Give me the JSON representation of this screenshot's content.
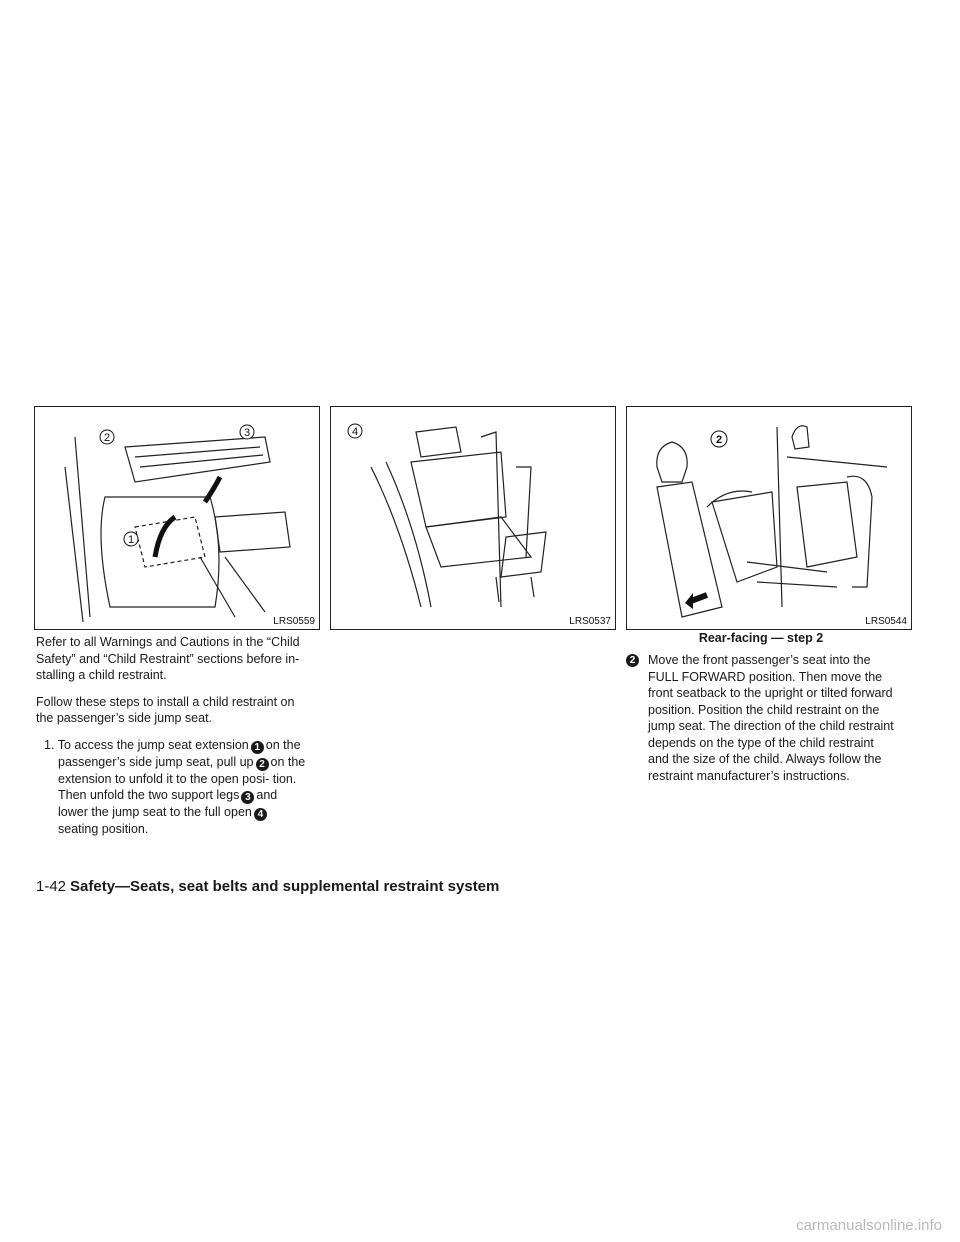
{
  "figures": [
    {
      "code": "LRS0559",
      "callouts": [
        "1",
        "2",
        "3"
      ]
    },
    {
      "code": "LRS0537",
      "callouts": [
        "4"
      ]
    },
    {
      "code": "LRS0544",
      "callouts": [
        "2"
      ]
    }
  ],
  "right_caption": "Rear-facing — step 2",
  "left_column": {
    "para1": "Refer to all Warnings and Cautions in the “Child Safety” and “Child Restraint” sections before in- stalling a child restraint.",
    "para2": "Follow these steps to install a child restraint on the passenger’s side jump seat.",
    "step_num": "1.",
    "step_a": "To access the jump seat extension",
    "c1": "1",
    "step_b": "on the passenger’s side jump seat, pull up",
    "c2": "2",
    "step_c": "on the extension to unfold it to the open posi- tion. Then unfold the two support legs",
    "c3": "3",
    "step_d": "and lower the jump seat to the full open",
    "c4": "4",
    "step_e": "seating position."
  },
  "right_column": {
    "callout": "2",
    "text": "Move the front passenger’s seat into the FULL FORWARD position. Then move the front seatback to the upright or tilted forward position. Position the child restraint on the jump seat. The direction of the child restraint depends on the type of the child restraint and the size of the child. Always follow the restraint manufacturer’s instructions."
  },
  "footer": {
    "page_number": "1-42",
    "section_title": "Safety—Seats, seat belts and supplemental restraint system"
  },
  "watermark": "carmanualsonline.info"
}
